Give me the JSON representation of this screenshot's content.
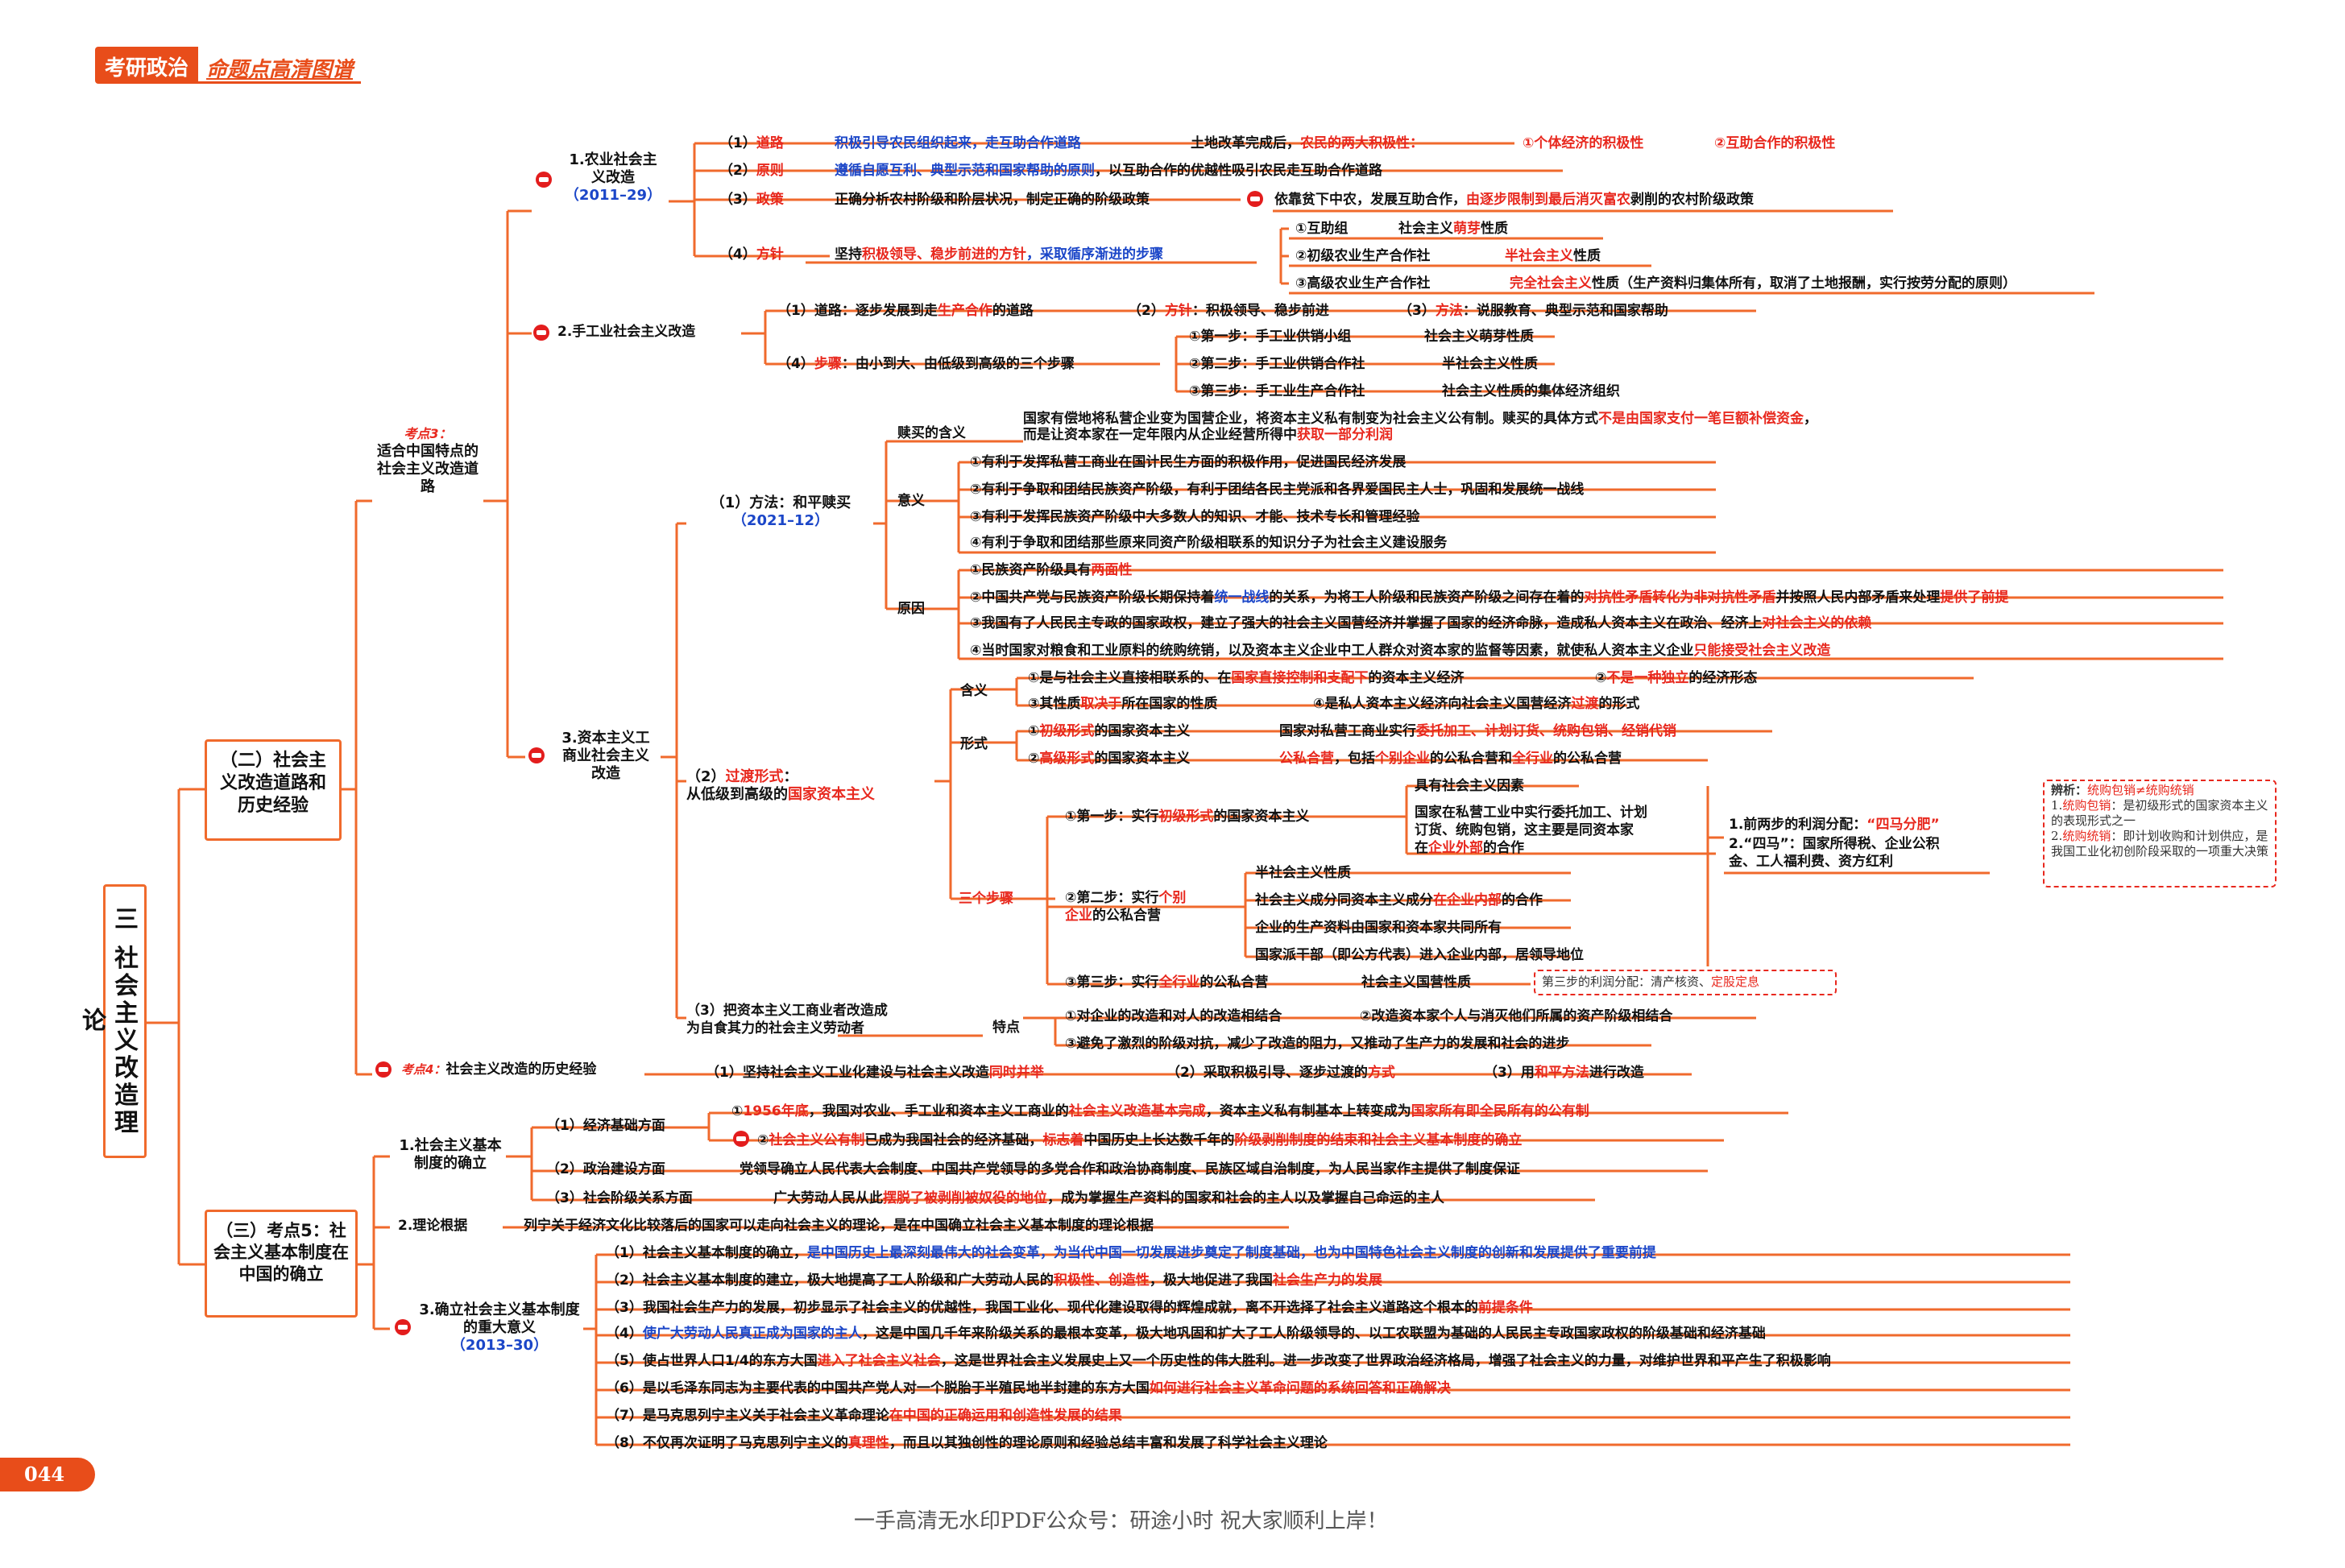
{
  "header": {
    "brand": "考研政治",
    "sub": "命题点高清图谱"
  },
  "page_number": "044",
  "footer": "一手高清无水印PDF公众号：研途小时  祝大家顺利上岸！",
  "colors": {
    "accent": "#f06a2c",
    "highlight_red": "#e8281e",
    "highlight_blue": "#1b46c8"
  },
  "root": {
    "label": "三 社会主义改造理论"
  },
  "s2": {
    "label": "（二）社会主义改造道路和历史经验"
  },
  "s3": {
    "label": "（三）考点5：社会主义基本制度在中国的确立"
  },
  "kd3": {
    "tag": "考点3：",
    "label": "适合中国特点的社会主义改造道路"
  },
  "agri": {
    "title": "1.农业社会主义改造",
    "year": "（2011–29）",
    "r1": {
      "num": "（1）",
      "key": "道路",
      "t1": "积极引导农民组织起来，走互助合作道路",
      "t2": "土地改革完成后，",
      "t3": "农民的两大积极性：",
      "t4": "①个体经济的积极性",
      "t5": "②互助合作的积极性"
    },
    "r2": {
      "num": "（2）",
      "key": "原则",
      "t1": "遵循自愿互利、典型示范和国家帮助的原则",
      "t2": "，以互助合作的优越性吸引农民走互助合作道路"
    },
    "r3": {
      "num": "（3）",
      "key": "政策",
      "t1": "正确分析农村阶级和阶层状况，制定正确的阶级政策",
      "t2": "依靠贫下中农，发展互助合作，",
      "t3": "由逐步限制到最后消灭富农",
      "t4": "剥削的农村阶级政策"
    },
    "r4": {
      "num": "（4）",
      "key": "方针",
      "t1": "坚持",
      "t2": "积极领导、稳步前进的方针",
      "t3": "，采取循序渐进的步骤"
    },
    "steps": [
      {
        "a": "①互助组",
        "b": "社会主义",
        "c": "萌芽",
        "d": "性质"
      },
      {
        "a": "②初级农业生产合作社",
        "b": "",
        "c": "半社会主义",
        "d": "性质"
      },
      {
        "a": "③高级农业生产合作社",
        "b": "",
        "c": "完全社会主义",
        "d": "性质（生产资料归集体所有，取消了土地报酬，实行按劳分配的原则）"
      }
    ]
  },
  "hand": {
    "title": "2.手工业社会主义改造",
    "r1a": "（1）道路：逐步发展到走",
    "r1b": "生产合作",
    "r1c": "的道路",
    "r2a": "（2）",
    "r2b": "方针",
    "r2c": "：积极领导、稳步前进",
    "r3a": "（3）",
    "r3b": "方法",
    "r3c": "：说服教育、典型示范和国家帮助",
    "r4a": "（4）",
    "r4b": "步骤",
    "r4c": "：由小到大、由低级到高级的三个步骤",
    "steps": [
      {
        "a": "①第一步：手工业供销小组",
        "b": "社会主义萌芽性质"
      },
      {
        "a": "②第二步：手工业供销合作社",
        "b": "半社会主义性质"
      },
      {
        "a": "③第三步：手工业生产合作社",
        "b": "社会主义性质的集体经济组织"
      }
    ]
  },
  "cap": {
    "title": "3.资本主义工商业社会主义改造",
    "m1": {
      "label": "（1）方法：和平赎买",
      "year": "（2021–12）"
    },
    "shu": {
      "label": "赎买的含义",
      "l1a": "国家有偿地将私营企业变为国营企业，将资本主义私有制变为社会主义公有制。赎买的具体方式",
      "l1b": "不是由国家支付一笔巨额补偿资金",
      "l1c": "，",
      "l2a": "而是让资本家在一定年限内从企业经营所得中",
      "l2b": "获取一部分利润"
    },
    "yi": {
      "label": "意义",
      "items": [
        {
          "a": "①有利于发挥私营工商业在国计民生方面的积极作用，促进国民经济发展"
        },
        {
          "a": "②有利于争取和团结民族资产阶级，有利于团结各民主党派和各界爱国民主人士，巩固和发展统一战线"
        },
        {
          "a": "③有利于发挥民族资产阶级中大多数人的知识、才能、技术专长和管理经验"
        },
        {
          "a": "④有利于争取和团结那些原来同资产阶级相联系的知识分子为社会主义建设服务"
        }
      ]
    },
    "yy": {
      "label": "原因",
      "i1a": "①民族资产阶级具有",
      "i1b": "两面性",
      "i2a": "②中国共产党与民族资产阶级长期保持着",
      "i2b": "统一战线",
      "i2c": "的关系，为将工人阶级和民族资产阶级之间存在着的",
      "i2d": "对抗性矛盾转化为非对抗性矛盾",
      "i2e": "并按照人民内部矛盾来处理",
      "i2f": "提供了前提",
      "i3a": "③我国有了人民民主专政的国家政权，建立了强大的社会主义国营经济并掌握了国家的经济命脉，造成私人资本主义在政治、经济上",
      "i3b": "对社会主义的依赖",
      "i4a": "④当时国家对粮食和工业原料的统购统销，以及资本主义企业中工人群众对资本家的监督等因素，就使私人资本主义企业",
      "i4b": "只能接受社会主义改造"
    },
    "m2": {
      "a": "（2）",
      "b": "过渡形式",
      "c": "：",
      "d": "从低级到高级的",
      "e": "国家资本主义"
    },
    "hy": {
      "label": "含义",
      "i1a": "①是与社会主义直接相联系的、在",
      "i1b": "国家直接控制和支配下",
      "i1c": "的资本主义经济",
      "i2a": "②",
      "i2b": "不是一种独立",
      "i2c": "的经济形态",
      "i3a": "③其性质",
      "i3b": "取决于",
      "i3c": "所在国家的性质",
      "i4a": "④是私人资本主义经济向社会主义国营经济",
      "i4b": "过渡",
      "i4c": "的形式"
    },
    "xs": {
      "label": "形式",
      "i1a": "①",
      "i1b": "初级形式",
      "i1c": "的国家资本主义",
      "i1d": "国家对私营工商业实行",
      "i1e": "委托加工、计划订货、统购包销、经销代销",
      "i2a": "②",
      "i2b": "高级形式",
      "i2c": "的国家资本主义",
      "i2d": "公私合营",
      "i2e": "，包括",
      "i2f": "个别企业",
      "i2g": "的公私合营和",
      "i2h": "全行业",
      "i2i": "的公私合营"
    },
    "sg": {
      "label": "三个步骤",
      "st1a": "①第一步：实行",
      "st1b": "初级形式",
      "st1c": "的国家资本主义",
      "st1x": "具有社会主义因素",
      "st1y1": "国家在私营工业中实行委托加工、计划",
      "st1y2": "订货、统购包销，这主要是同资本家",
      "st1y3a": "在",
      "st1y3b": "企业外部",
      "st1y3c": "的合作",
      "st2a": "②第二步：实行",
      "st2b": "个别",
      "st2c": "企业",
      "st2d": "的公私合营",
      "st2x": [
        {
          "a": "半社会主义性质",
          "b": "",
          "c": ""
        },
        {
          "a": "社会主义成分同资本主义成分",
          "b": "在企业内部",
          "c": "的合作"
        },
        {
          "a": "企业的生产资料由国家和资本家共同所有",
          "b": "",
          "c": ""
        },
        {
          "a": "国家派干部（即公方代表）进入企业内部，",
          "b": "",
          "c": "居领导地位"
        }
      ],
      "st3a": "③第三步：实行",
      "st3b": "全行业",
      "st3c": "的公私合营",
      "st3x": "社会主义国营性质",
      "st3note1": "第三步的利润分配：清产核资、",
      "st3note2": "定股定息",
      "profit1a": "1.前两步的利润分配：",
      "profit1b": "“四马分肥”",
      "profit2": "2.“四马”：国家所得税、企业公积",
      "profit3": "金、工人福利费、资方红利"
    },
    "note": {
      "t1": "辨析：",
      "t2": "统购包销≠统购统销",
      "t3": "1.",
      "t4": "统购包销",
      "t5": "：是初级形式的国家资本主义的表现形式之一",
      "t6": "2.",
      "t7": "统购统销",
      "t8": "：即计划收购和计划供应，是我国工业化初创阶段采取的一项重大决策"
    },
    "m3": {
      "l1": "（3）把资本主义工商业者改造成",
      "l2": "为自食其力的社会主义劳动者",
      "tdlabel": "特点",
      "i1": "①对企业的改造和对人的改造相结合",
      "i2": "②改造资本家个人与消灭他们所属的资产阶级相结合",
      "i3": "③避免了激烈的阶级对抗，减少了改造的阻力，又推动了生产力的发展和社会的进步"
    }
  },
  "kd4": {
    "tag": "考点4：",
    "label": "社会主义改造的历史经验",
    "a1": "（1）坚持社会主义工业化建设与社会主义改造",
    "a2": "同时并举",
    "b1": "（2）采取积极引导、逐步过渡的",
    "b2": "方式",
    "c1": "（3）用",
    "c2": "和平方法",
    "c3": "进行改造"
  },
  "est": {
    "title": "1.社会主义基本制度的确立",
    "eco": {
      "label": "（1）经济基础方面",
      "i1a": "①",
      "i1b": "1956年底",
      "i1c": "，我国对农业、手工业和资本主义工商业的",
      "i1d": "社会主义改造基本完成",
      "i1e": "，资本主义私有制基本上转变成为",
      "i1f": "国家所有即全民所有的公有制",
      "i2a": "②",
      "i2b": "社会主义公有制",
      "i2c": "已成为我国社会的经济基础，",
      "i2d": "标志着",
      "i2e": "中国历史上长达数千年的",
      "i2f": "阶级剥削制度的结束和社会主义基本制度的确立"
    },
    "pol": {
      "label": "（2）政治建设方面",
      "t": "党领导确立人民代表大会制度、中国共产党领导的多党合作和政治协商制度、民族区域自治制度，为人民当家作主提供了制度保证"
    },
    "cls": {
      "label": "（3）社会阶级关系方面",
      "a": "广大劳动人民从此",
      "b": "摆脱了被剥削被奴役的地位",
      "c": "，成为掌握生产资料的国家和社会的主人以及掌握自己命运的主人"
    }
  },
  "theory": {
    "label": "2.理论根据",
    "t": "列宁关于经济文化比较落后的国家可以走向社会主义的理论，是在中国确立社会主义基本制度的理论根据"
  },
  "sig": {
    "title": "3.确立社会主义基本制度的重大意义",
    "year": "（2013–30）",
    "items": [
      {
        "a": "（1）社会主义基本制度的确立，",
        "b": "是中国历史上最深刻最伟大的社会变革，为当代中国一切发展进步奠定了制度基础，也为中国特色社会主义制度的创新和发展提供了重要前提",
        "c": "",
        "d": "",
        "e": "",
        "f": ""
      },
      {
        "a": "（2）社会主义基本制度的建立，极大地提高了工人阶级和广大劳动人民的",
        "b": "积极性、创造性",
        "c": "，极大地促进了我国",
        "d": "社会生产力的发展",
        "e": "",
        "f": ""
      },
      {
        "a": "（3）我国社会生产力的发展，初步显示了社会主义的优越性，我国工业化、现代化建设取得的辉煌成就，离不开选择了社会主义道路这个根本的",
        "b": "前提条件",
        "c": "",
        "d": "",
        "e": "",
        "f": ""
      },
      {
        "a": "（4）",
        "b": "使广大劳动人民真正成为国家的主人",
        "c": "，这是中国几千年来阶级关系的最根本变革，极大地巩固和扩大了工人阶级领导的、以工农联盟为基础的人民民主专政国家政权的阶级基础和经济基础",
        "d": "",
        "e": "",
        "f": ""
      },
      {
        "a": "（5）使占世界人口1/4的东方大国",
        "b": "进入了社会主义社会",
        "c": "，这是世界社会主义发展史上又一个历史性的伟大胜利。进一步改变了世界政治经济格局，增强了社会主义的力量，对维护世界和平产生了积极影响",
        "d": "",
        "e": "",
        "f": ""
      },
      {
        "a": "（6）是以毛泽东同志为主要代表的中国共产党人对一个脱胎于半殖民地半封建的东方大国",
        "b": "如何进行社会主义革命问题的系统回答和正确解决",
        "c": "",
        "d": "",
        "e": "",
        "f": ""
      },
      {
        "a": "（7）是马克思列宁主义关于社会主义革命理论",
        "b": "在中国的正确运用和创造性发展的结果",
        "c": "",
        "d": "",
        "e": "",
        "f": ""
      },
      {
        "a": "（8）不仅再次证明了马克思列宁主义的",
        "b": "真理性",
        "c": "，而且以其独创性的理论原则和经验总结丰富和发展了科学社会主义理论",
        "d": "",
        "e": "",
        "f": ""
      }
    ]
  }
}
